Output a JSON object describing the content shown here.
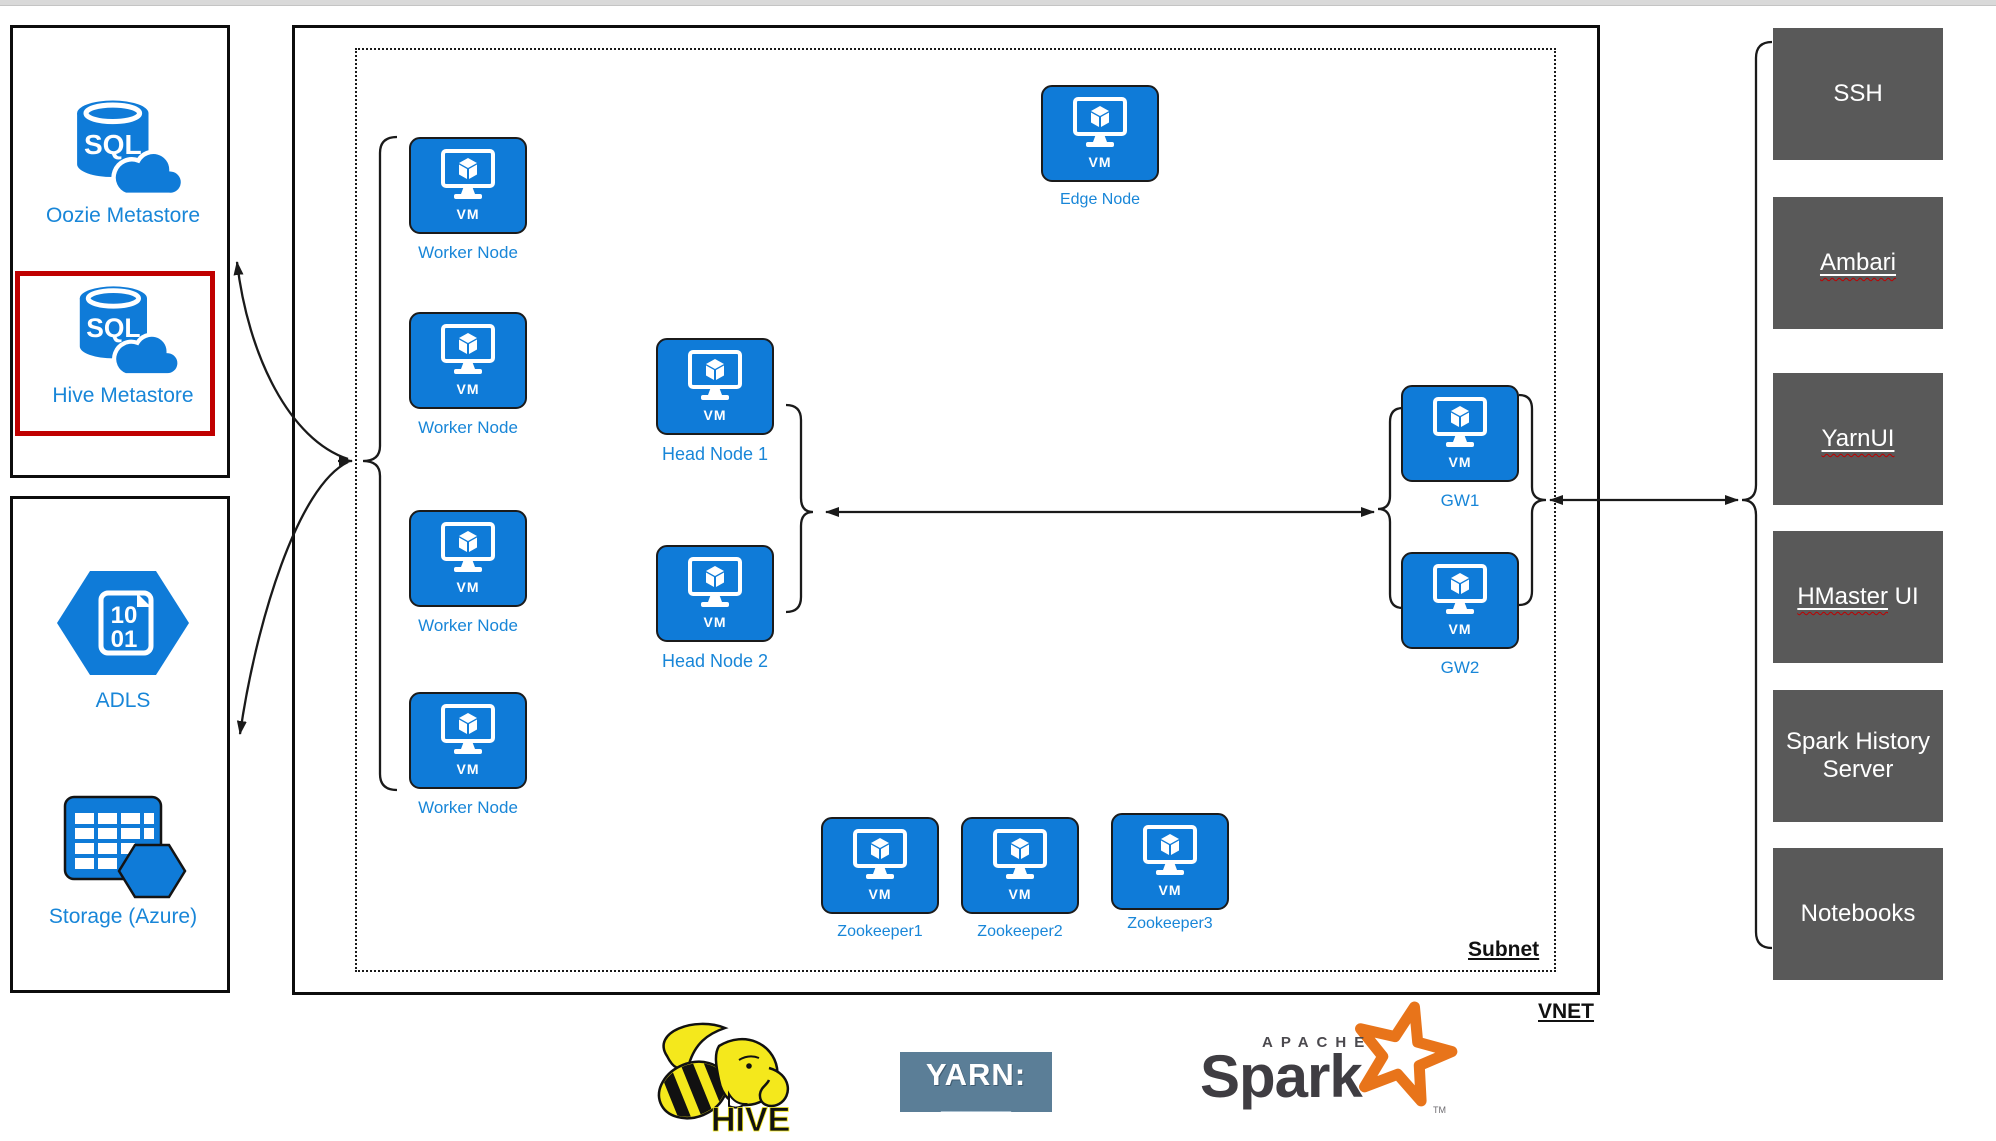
{
  "metastores": {
    "sql_label": "SQL",
    "oozie_label": "Oozie Metastore",
    "hive_label": "Hive Metastore"
  },
  "storage_panel": {
    "adls_label": "ADLS",
    "adls_icon_line1": "10",
    "adls_icon_line2": "01",
    "storage_label": "Storage (Azure)"
  },
  "network": {
    "vnet_label": "VNET",
    "subnet_label": "Subnet",
    "vm_text": "VM",
    "nodes": {
      "edge": "Edge Node",
      "worker1": "Worker Node",
      "worker2": "Worker Node",
      "worker3": "Worker Node",
      "worker4": "Worker Node",
      "head1": "Head Node 1",
      "head2": "Head Node 2",
      "gw1": "GW1",
      "gw2": "GW2",
      "zk1": "Zookeeper1",
      "zk2": "Zookeeper2",
      "zk3": "Zookeeper3"
    }
  },
  "services": {
    "items": [
      {
        "pre": "SSH",
        "link": "",
        "post": ""
      },
      {
        "pre": "",
        "link": "Ambari",
        "post": ""
      },
      {
        "pre": "",
        "link": "YarnUI",
        "post": ""
      },
      {
        "pre": "",
        "link": "HMaster",
        "post": " UI"
      },
      {
        "pre": "Spark History Server",
        "link": "",
        "post": ""
      },
      {
        "pre": "Notebooks",
        "link": "",
        "post": ""
      }
    ]
  },
  "logos": {
    "hive_text": "HIVE",
    "yarn_text": "YARN:",
    "apache_text": "APACHE",
    "spark_text": "Spark",
    "tm_text": "TM"
  },
  "colors": {
    "azure_blue": "#0F7BD8",
    "label_blue": "#1886D8",
    "service_gray": "#595959",
    "highlight_red": "#C00000",
    "yarn_slate": "#5B7E97",
    "spark_orange": "#E8741A",
    "spark_gray": "#3F3D42",
    "hive_yellow": "#F4E81C"
  }
}
